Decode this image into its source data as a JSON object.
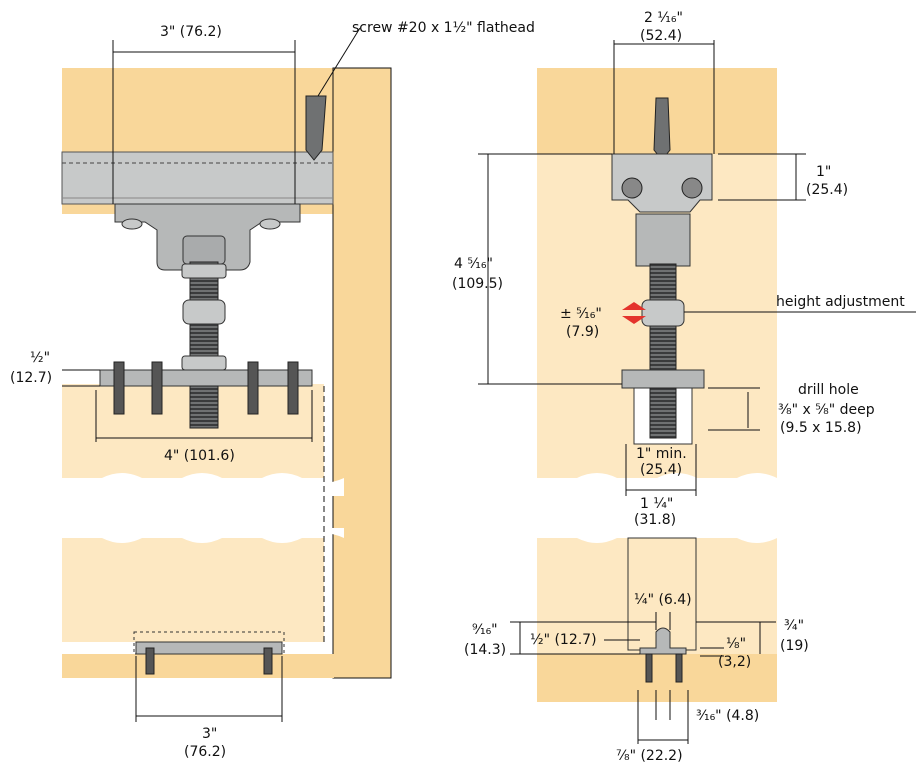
{
  "labels": {
    "l_3in_top": "3\"  (76.2)",
    "screw": "screw #20 x 1½\" flathead",
    "half_in": "½\"",
    "half_mm": "(12.7)",
    "four_in": "4\"  (101.6)",
    "three_in_bot": "3\"",
    "three_mm_bot": "(76.2)",
    "r_2in": "2 ¹⁄₁₆\"",
    "r_2mm": "(52.4)",
    "r_1in": "1\"",
    "r_1mm": "(25.4)",
    "r_4in": "4 ⁵⁄₁₆\"",
    "r_4mm": "(109.5)",
    "r_pm_in": "± ⁵⁄₁₆\"",
    "r_pm_mm": "(7.9)",
    "height_adj": "height adjustment",
    "drill_1": "drill hole",
    "drill_2": "³⁄₈\" x ⁵⁄₈\" deep",
    "drill_3": "(9.5 x 15.8)",
    "min_in": "1\" min.",
    "min_mm": "(25.4)",
    "r_114in": "1 ¼\"",
    "r_114mm": "(31.8)",
    "q_in": "¼\" (6.4)",
    "n916_in": "⁹⁄₁₆\"",
    "n916_mm": "(14.3)",
    "h_in": "½\" (12.7)",
    "e_in": "⅛\"",
    "e_mm": "(3,2)",
    "tq_in": "¾\"",
    "tq_mm": "(19)",
    "s316": "³⁄₁₆\" (4.8)",
    "s78": "⁷⁄₈\" (22.2)"
  },
  "colors": {
    "wood": "#f9d79a",
    "wood_light": "#fde8c2",
    "metal": "#c7c9c9",
    "metal_dark": "#8d8f90",
    "arrow_red": "#e4332c"
  }
}
